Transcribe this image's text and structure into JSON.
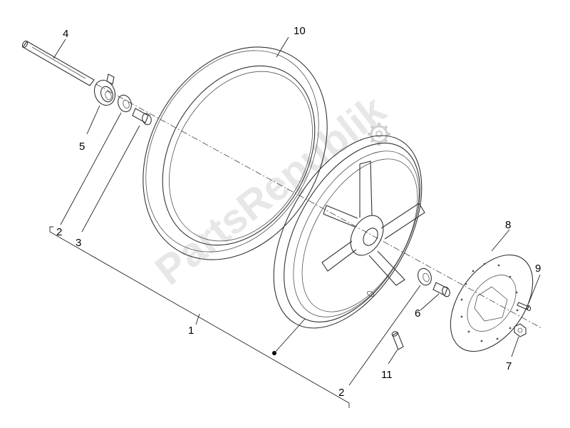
{
  "callouts": {
    "c1": "1",
    "c2_top": "2",
    "c2_bottom": "2",
    "c3": "3",
    "c4": "4",
    "c5": "5",
    "c6": "6",
    "c7": "7",
    "c8": "8",
    "c9": "9",
    "c10": "10",
    "c11": "11"
  },
  "watermark": {
    "text": "PartsRepublik"
  },
  "icons": {
    "watermark_logo": "gear-icon"
  },
  "colors": {
    "line": "#333333",
    "watermark": "#d8d8d8"
  }
}
